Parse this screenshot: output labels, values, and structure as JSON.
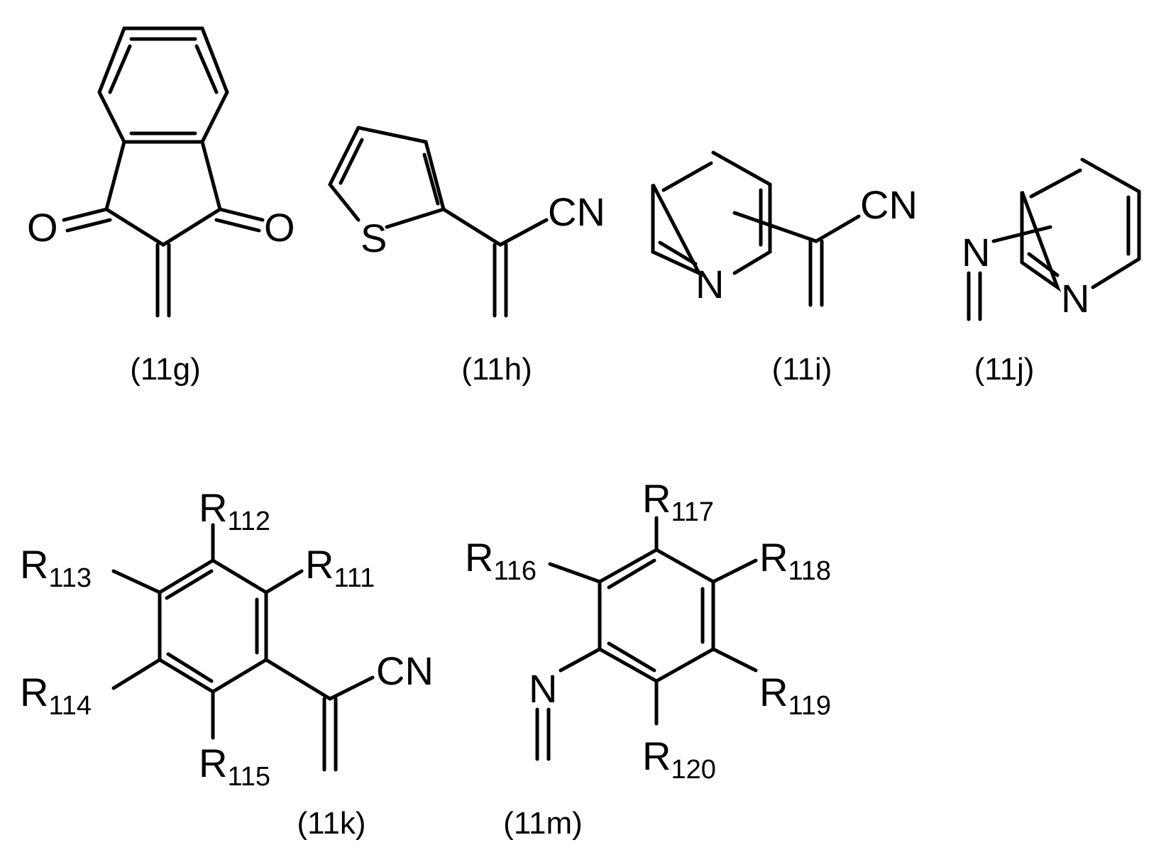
{
  "structures": [
    {
      "caption": "(11g)",
      "atoms": {
        "o_left": "O",
        "o_right": "O"
      }
    },
    {
      "caption": "(11h)",
      "atoms": {
        "s": "S",
        "cn": "CN"
      }
    },
    {
      "caption": "(11i)",
      "atoms": {
        "n": "N",
        "cn": "CN"
      }
    },
    {
      "caption": "(11j)",
      "atoms": {
        "n_imine": "N",
        "n_ring": "N"
      }
    },
    {
      "caption": "(11k)",
      "atoms": {
        "cn": "CN"
      },
      "substituents": [
        {
          "main": "R",
          "sub": "112"
        },
        {
          "main": "R",
          "sub": "113"
        },
        {
          "main": "R",
          "sub": "111"
        },
        {
          "main": "R",
          "sub": "114"
        },
        {
          "main": "R",
          "sub": "115"
        }
      ]
    },
    {
      "caption": "(11m)",
      "atoms": {
        "n": "N"
      },
      "substituents": [
        {
          "main": "R",
          "sub": "117"
        },
        {
          "main": "R",
          "sub": "116"
        },
        {
          "main": "R",
          "sub": "118"
        },
        {
          "main": "R",
          "sub": "119"
        },
        {
          "main": "R",
          "sub": "120"
        }
      ]
    }
  ]
}
